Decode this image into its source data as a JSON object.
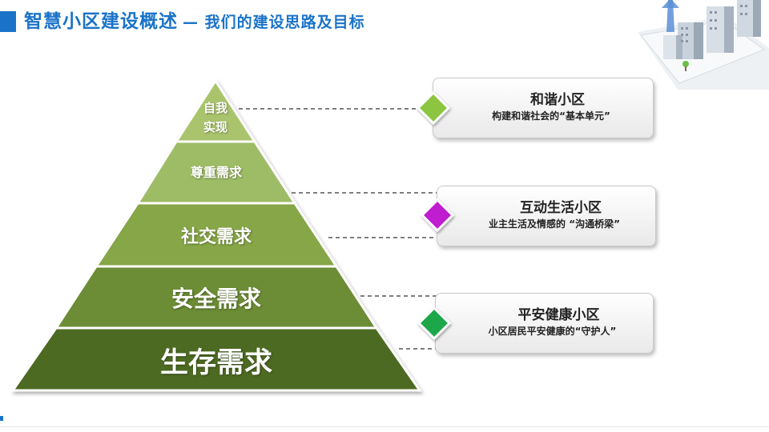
{
  "header": {
    "title": "智慧小区建设概述",
    "subtitle": "— 我们的建设思路及目标"
  },
  "pyramid": {
    "levels": [
      {
        "label_line1": "自我",
        "label_line2": "实现"
      },
      {
        "label": "尊重需求"
      },
      {
        "label": "社交需求"
      },
      {
        "label": "安全需求"
      },
      {
        "label": "生存需求"
      }
    ],
    "colors": [
      "#a9c46d",
      "#9ebc66",
      "#86a646",
      "#6c8c36",
      "#4d6a24"
    ]
  },
  "goals": [
    {
      "title": "和谐小区",
      "desc": "构建和谐社会的“基本单元”",
      "diamond_color": "#8cc63f"
    },
    {
      "title": "互动生活小区",
      "desc": "业主生活及情感的 “沟通桥梁”",
      "diamond_color": "#c01fd0"
    },
    {
      "title": "平安健康小区",
      "desc": "小区居民平安健康的“守护人”",
      "diamond_color": "#1aa84a"
    }
  ],
  "colors": {
    "accent": "#1a73c9"
  }
}
